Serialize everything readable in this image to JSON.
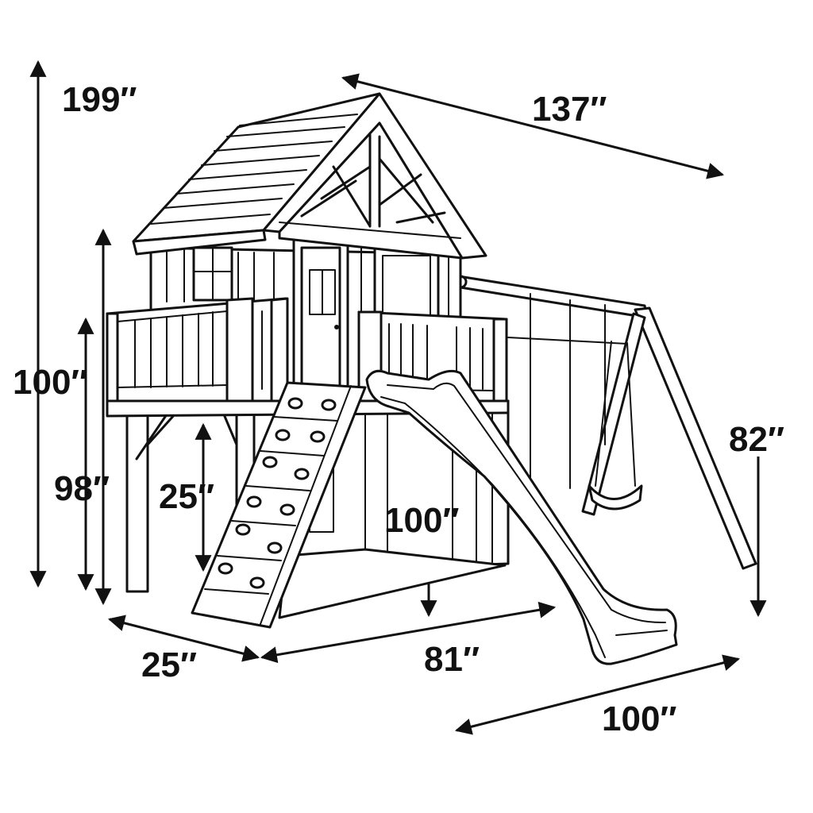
{
  "colors": {
    "line": "#111111",
    "background": "#ffffff"
  },
  "dimensions": {
    "overall_height": "199″",
    "roof_length": "137″",
    "playhouse_height": "100″",
    "deck_height": "98″",
    "ladder_height": "25″",
    "slide_height": "100″",
    "swing_height": "82″",
    "depth": "25″",
    "width": "81″",
    "slide_length": "100″"
  }
}
